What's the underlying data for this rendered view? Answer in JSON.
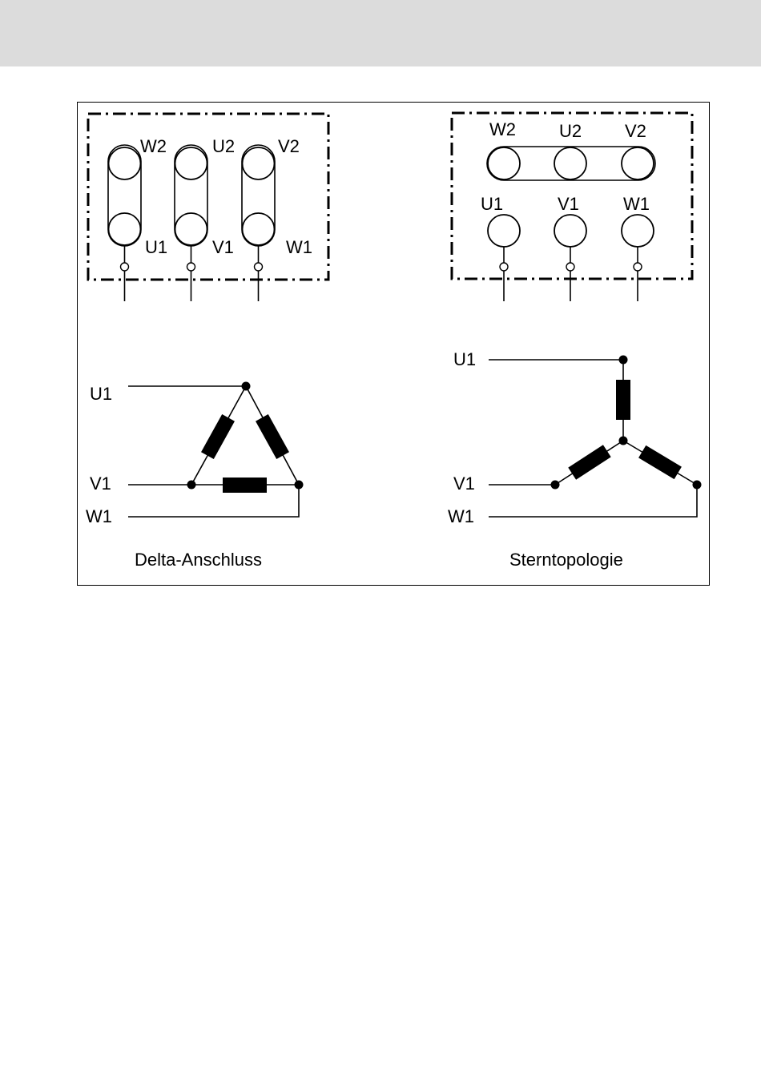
{
  "delta": {
    "caption": "Delta-Anschluss",
    "terminals": {
      "w2": "W2",
      "u2": "U2",
      "v2": "V2",
      "u1": "U1",
      "v1": "V1",
      "w1": "W1"
    },
    "schematic": {
      "u1": "U1",
      "v1": "V1",
      "w1": "W1"
    }
  },
  "star": {
    "caption": "Sterntopologie",
    "terminals": {
      "w2": "W2",
      "u2": "U2",
      "v2": "V2",
      "u1": "U1",
      "v1": "V1",
      "w1": "W1"
    },
    "schematic": {
      "u1": "U1",
      "v1": "V1",
      "w1": "W1"
    }
  }
}
